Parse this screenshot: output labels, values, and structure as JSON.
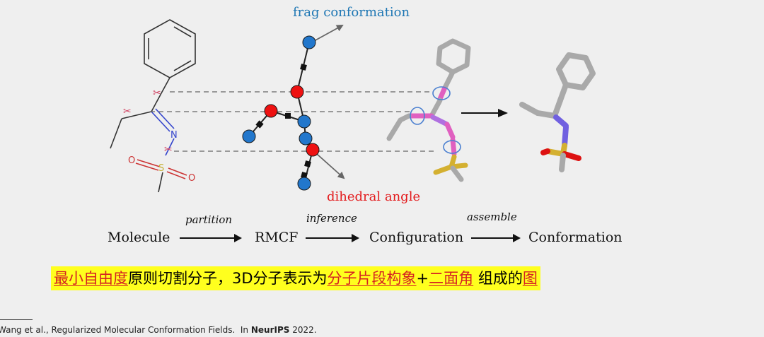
{
  "diagram": {
    "frag_label": "frag conformation",
    "dihedral_label": "dihedral angle"
  },
  "flow": {
    "nodes": [
      "Molecule",
      "RMCF",
      "Configuration",
      "Conformation"
    ],
    "steps": [
      "partition",
      "inference",
      "assemble"
    ]
  },
  "caption": {
    "seg1_hl": "最小自由度",
    "seg2": "原则切割分子，3D分子表示为",
    "seg3_hl": "分子片段构象",
    "seg4": "+",
    "seg5_hl": "二面角",
    "seg6": " 组成的",
    "seg7_hl": "图"
  },
  "footnote": {
    "text": "Wang et al., Regularized Molecular Conformation Fields.  In ",
    "venue": "NeurIPS",
    "year": " 2022."
  },
  "colors": {
    "frag_blue": "#1f77b4",
    "dihedral_red": "#e31a1c",
    "caption_bg": "#ffff1e",
    "caption_highlight": "#d52222",
    "atom_blue": "#2277cc",
    "atom_red": "#ee1111",
    "bond_gray": "#a9a9a9",
    "bond_magenta": "#e060c0",
    "sulfur": "#d4b030",
    "oxygen": "#dd1111",
    "nitrogen": "#7060e0"
  }
}
